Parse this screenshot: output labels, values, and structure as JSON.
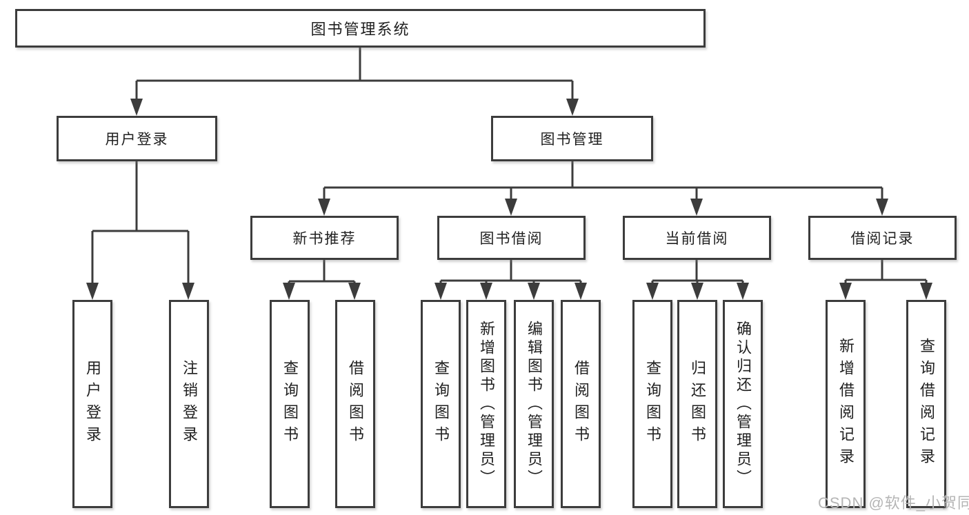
{
  "tree": {
    "root": {
      "label": "图书管理系统",
      "children": [
        {
          "label": "用户登录",
          "children": [
            {
              "label": "用户登录"
            },
            {
              "label": "注销登录"
            }
          ]
        },
        {
          "label": "图书管理",
          "children": [
            {
              "label": "新书推荐",
              "children": [
                {
                  "label": "查询图书"
                },
                {
                  "label": "借阅图书"
                }
              ]
            },
            {
              "label": "图书借阅",
              "children": [
                {
                  "label": "查询图书"
                },
                {
                  "label": "新增图书（管理员）"
                },
                {
                  "label": "编辑图书（管理员）"
                },
                {
                  "label": "借阅图书"
                }
              ]
            },
            {
              "label": "当前借阅",
              "children": [
                {
                  "label": "查询图书"
                },
                {
                  "label": "归还图书"
                },
                {
                  "label": "确认归还（管理员）"
                }
              ]
            },
            {
              "label": "借阅记录",
              "children": [
                {
                  "label": "新增借阅记录"
                },
                {
                  "label": "查询借阅记录"
                }
              ]
            }
          ]
        }
      ]
    }
  },
  "watermark": {
    "text": "CSDN @软件_小贺同学"
  },
  "colors": {
    "line": "#3c3c3c",
    "text": "#1f1f1f",
    "background": "#ffffff",
    "watermark": "#b5b5b5"
  }
}
